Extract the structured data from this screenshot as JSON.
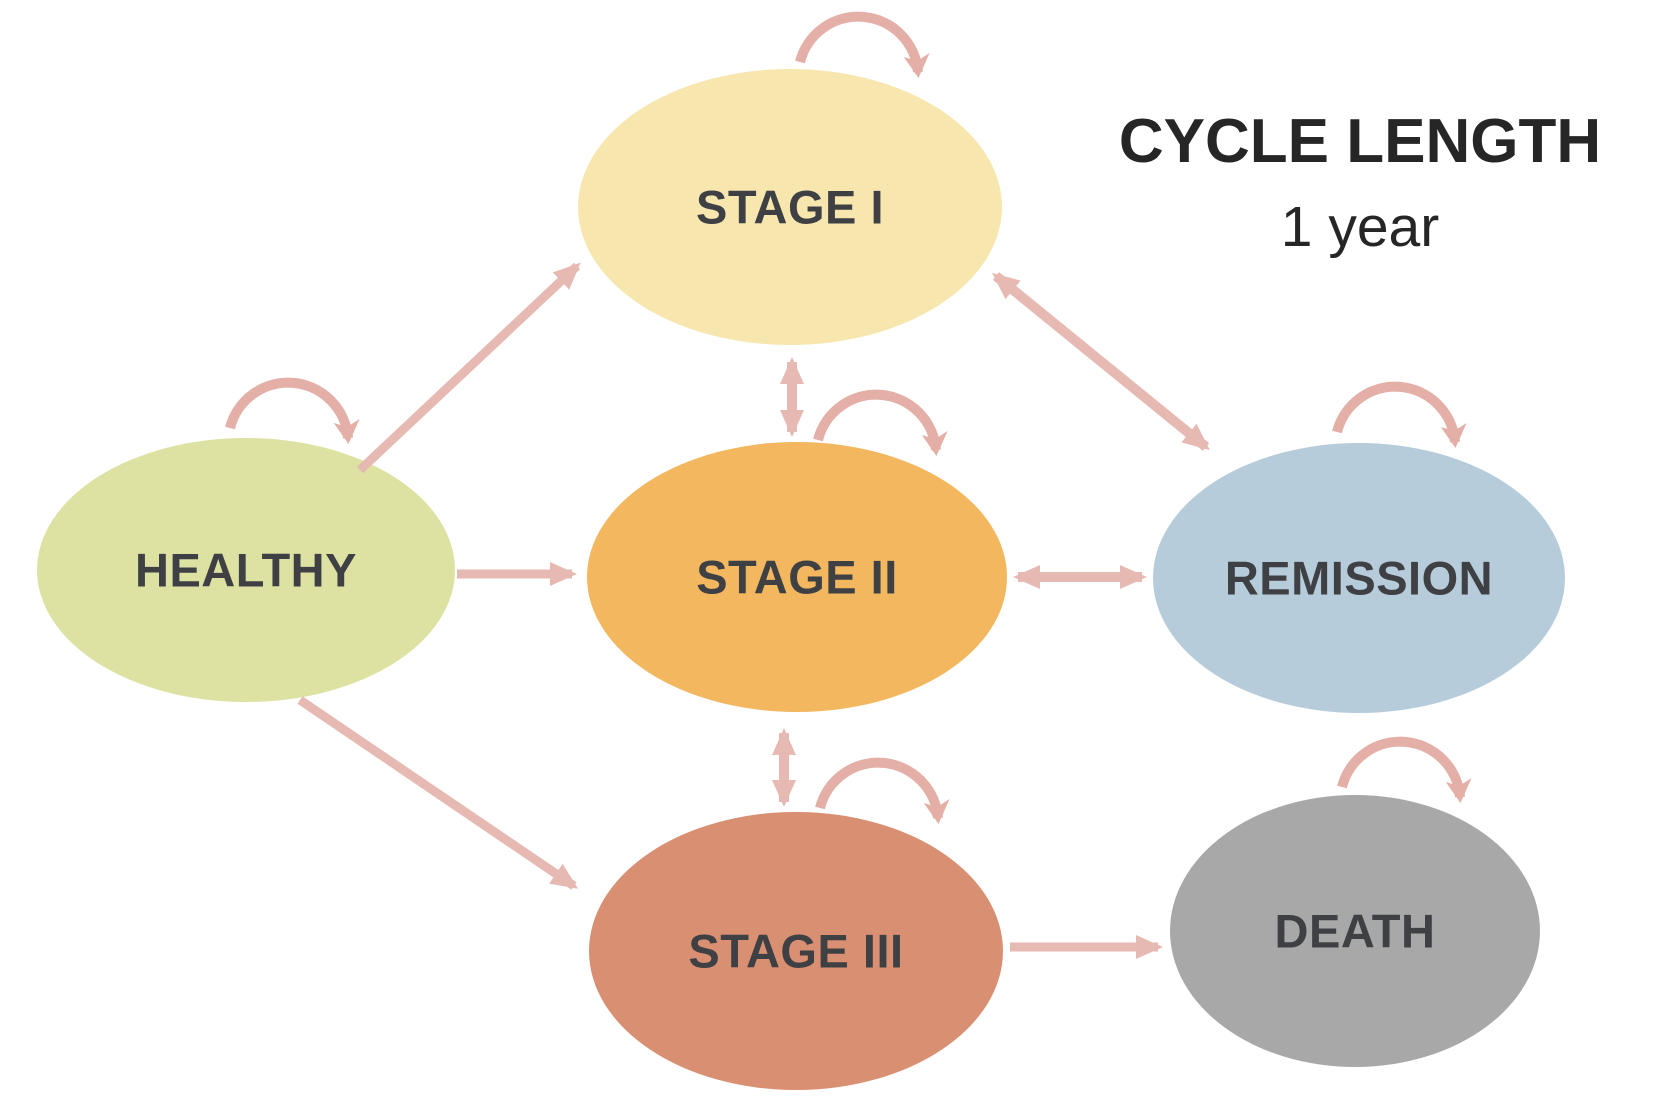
{
  "title": {
    "line1": "CYCLE LENGTH",
    "line2": "1 year"
  },
  "palette": {
    "background": "#FFFFFF",
    "arrow": "#E6BAB2",
    "loop_arrow": "#E3AFA6",
    "node_label_text": "#3E4044",
    "title_text": "#262626"
  },
  "nodes": {
    "healthy": {
      "label": "HEALTHY",
      "color": "#DDE2A2"
    },
    "stage1": {
      "label": "STAGE I",
      "color": "#F7E7AF"
    },
    "stage2": {
      "label": "STAGE II",
      "color": "#F2B75F"
    },
    "stage3": {
      "label": "STAGE III",
      "color": "#D98F72"
    },
    "remission": {
      "label": "REMISSION",
      "color": "#B6CCDB"
    },
    "death": {
      "label": "DEATH",
      "color": "#A8A8A8"
    }
  },
  "edges": [
    {
      "from": "HEALTHY",
      "to": "HEALTHY",
      "type": "self-loop"
    },
    {
      "from": "HEALTHY",
      "to": "STAGE I",
      "type": "one-way"
    },
    {
      "from": "HEALTHY",
      "to": "STAGE II",
      "type": "one-way"
    },
    {
      "from": "HEALTHY",
      "to": "STAGE III",
      "type": "one-way"
    },
    {
      "from": "STAGE I",
      "to": "STAGE I",
      "type": "self-loop"
    },
    {
      "from": "STAGE I",
      "to": "STAGE II",
      "type": "two-way"
    },
    {
      "from": "STAGE I",
      "to": "REMISSION",
      "type": "two-way"
    },
    {
      "from": "STAGE II",
      "to": "STAGE II",
      "type": "self-loop"
    },
    {
      "from": "STAGE II",
      "to": "REMISSION",
      "type": "two-way"
    },
    {
      "from": "STAGE II",
      "to": "STAGE III",
      "type": "two-way"
    },
    {
      "from": "STAGE III",
      "to": "STAGE III",
      "type": "self-loop"
    },
    {
      "from": "STAGE III",
      "to": "DEATH",
      "type": "one-way"
    },
    {
      "from": "REMISSION",
      "to": "REMISSION",
      "type": "self-loop"
    },
    {
      "from": "DEATH",
      "to": "DEATH",
      "type": "self-loop"
    }
  ]
}
